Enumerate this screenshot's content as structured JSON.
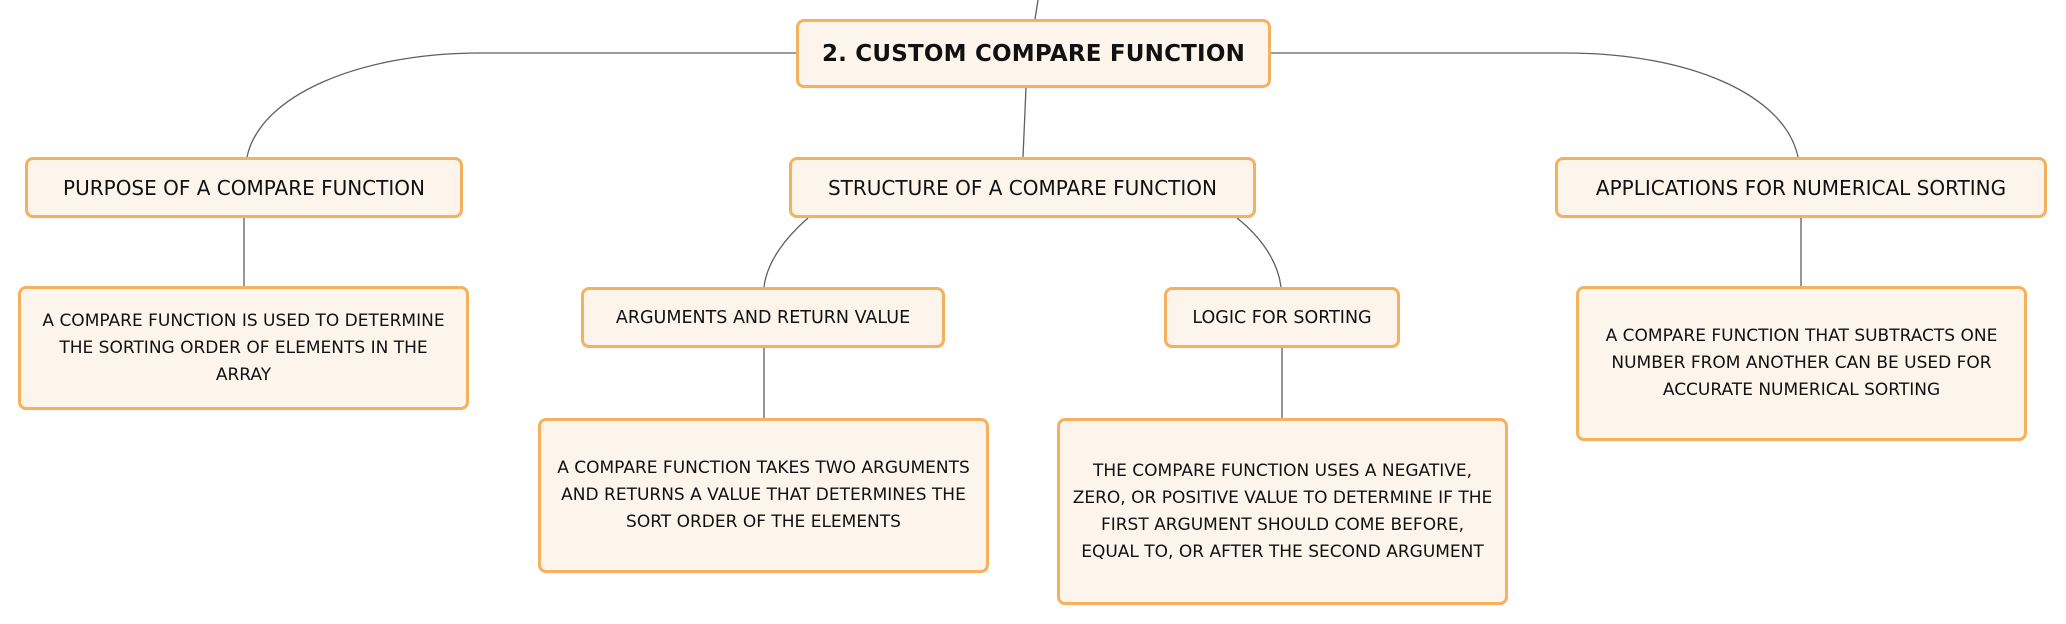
{
  "diagram": {
    "root": {
      "label": "2. CUSTOM COMPARE FUNCTION"
    },
    "branches": {
      "purpose": {
        "label": "PURPOSE OF A COMPARE FUNCTION",
        "description": "A COMPARE FUNCTION IS USED TO DETERMINE THE SORTING ORDER OF ELEMENTS IN THE ARRAY"
      },
      "structure": {
        "label": "STRUCTURE OF A COMPARE FUNCTION",
        "arguments": {
          "label": "ARGUMENTS AND RETURN VALUE",
          "description": "A COMPARE FUNCTION TAKES TWO ARGUMENTS AND RETURNS A VALUE THAT DETERMINES THE SORT ORDER OF THE ELEMENTS"
        },
        "logic": {
          "label": "LOGIC FOR SORTING",
          "description": "THE COMPARE FUNCTION USES A NEGATIVE, ZERO, OR POSITIVE VALUE TO DETERMINE IF THE FIRST ARGUMENT SHOULD COME BEFORE, EQUAL TO, OR AFTER THE SECOND ARGUMENT"
        }
      },
      "applications": {
        "label": "APPLICATIONS FOR NUMERICAL SORTING",
        "description": "A COMPARE FUNCTION THAT SUBTRACTS ONE NUMBER FROM ANOTHER CAN BE USED FOR ACCURATE NUMERICAL SORTING"
      }
    },
    "colors": {
      "node_border": "#f4b25f",
      "node_fill": "#fdf4ec",
      "connector": "#5f5f5f",
      "text": "#111111"
    }
  }
}
